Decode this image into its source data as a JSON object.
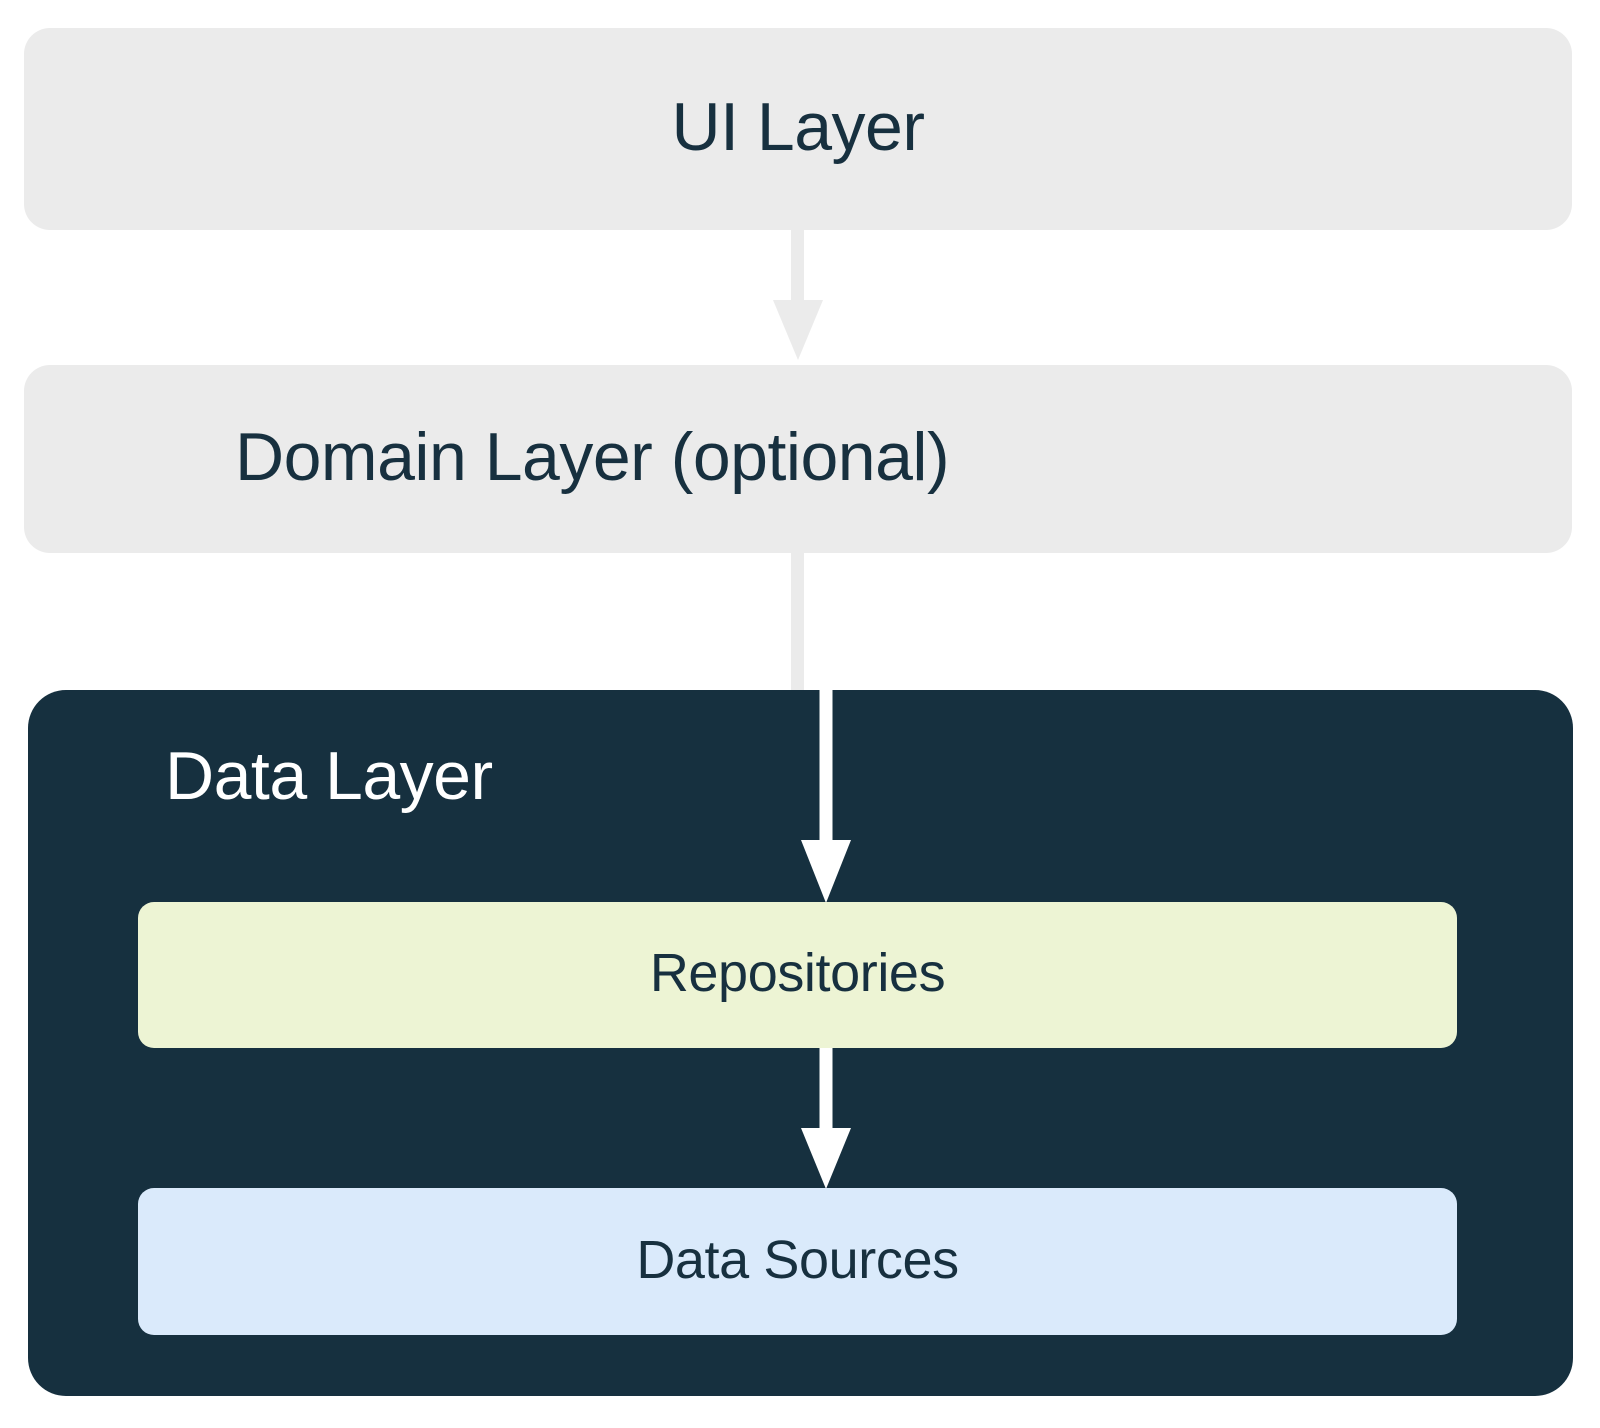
{
  "diagram": {
    "title": "App architecture layers",
    "type": "layered-architecture-diagram",
    "background_color": "#ffffff",
    "layers": [
      {
        "id": "ui",
        "label": "UI Layer",
        "fill": "#ebebeb",
        "text_color": "#17303f"
      },
      {
        "id": "domain",
        "label": "Domain Layer (optional)",
        "fill": "#ebebeb",
        "text_color": "#17303f"
      },
      {
        "id": "data",
        "label": "Data Layer",
        "fill": "#16303f",
        "text_color": "#ffffff",
        "children": [
          {
            "id": "repositories",
            "label": "Repositories",
            "fill": "#edf4d4",
            "text_color": "#17303f"
          },
          {
            "id": "data-sources",
            "label": "Data Sources",
            "fill": "#daeafb",
            "text_color": "#17303f"
          }
        ]
      }
    ],
    "arrows": [
      {
        "id": "ui-to-domain",
        "from": "UI Layer",
        "to": "Domain Layer (optional)",
        "color": "#ebebeb"
      },
      {
        "id": "domain-to-repositories",
        "from": "Domain Layer (optional)",
        "to": "Repositories",
        "color": "#ffffff"
      },
      {
        "id": "repositories-to-data-sources",
        "from": "Repositories",
        "to": "Data Sources",
        "color": "#ffffff"
      }
    ]
  }
}
